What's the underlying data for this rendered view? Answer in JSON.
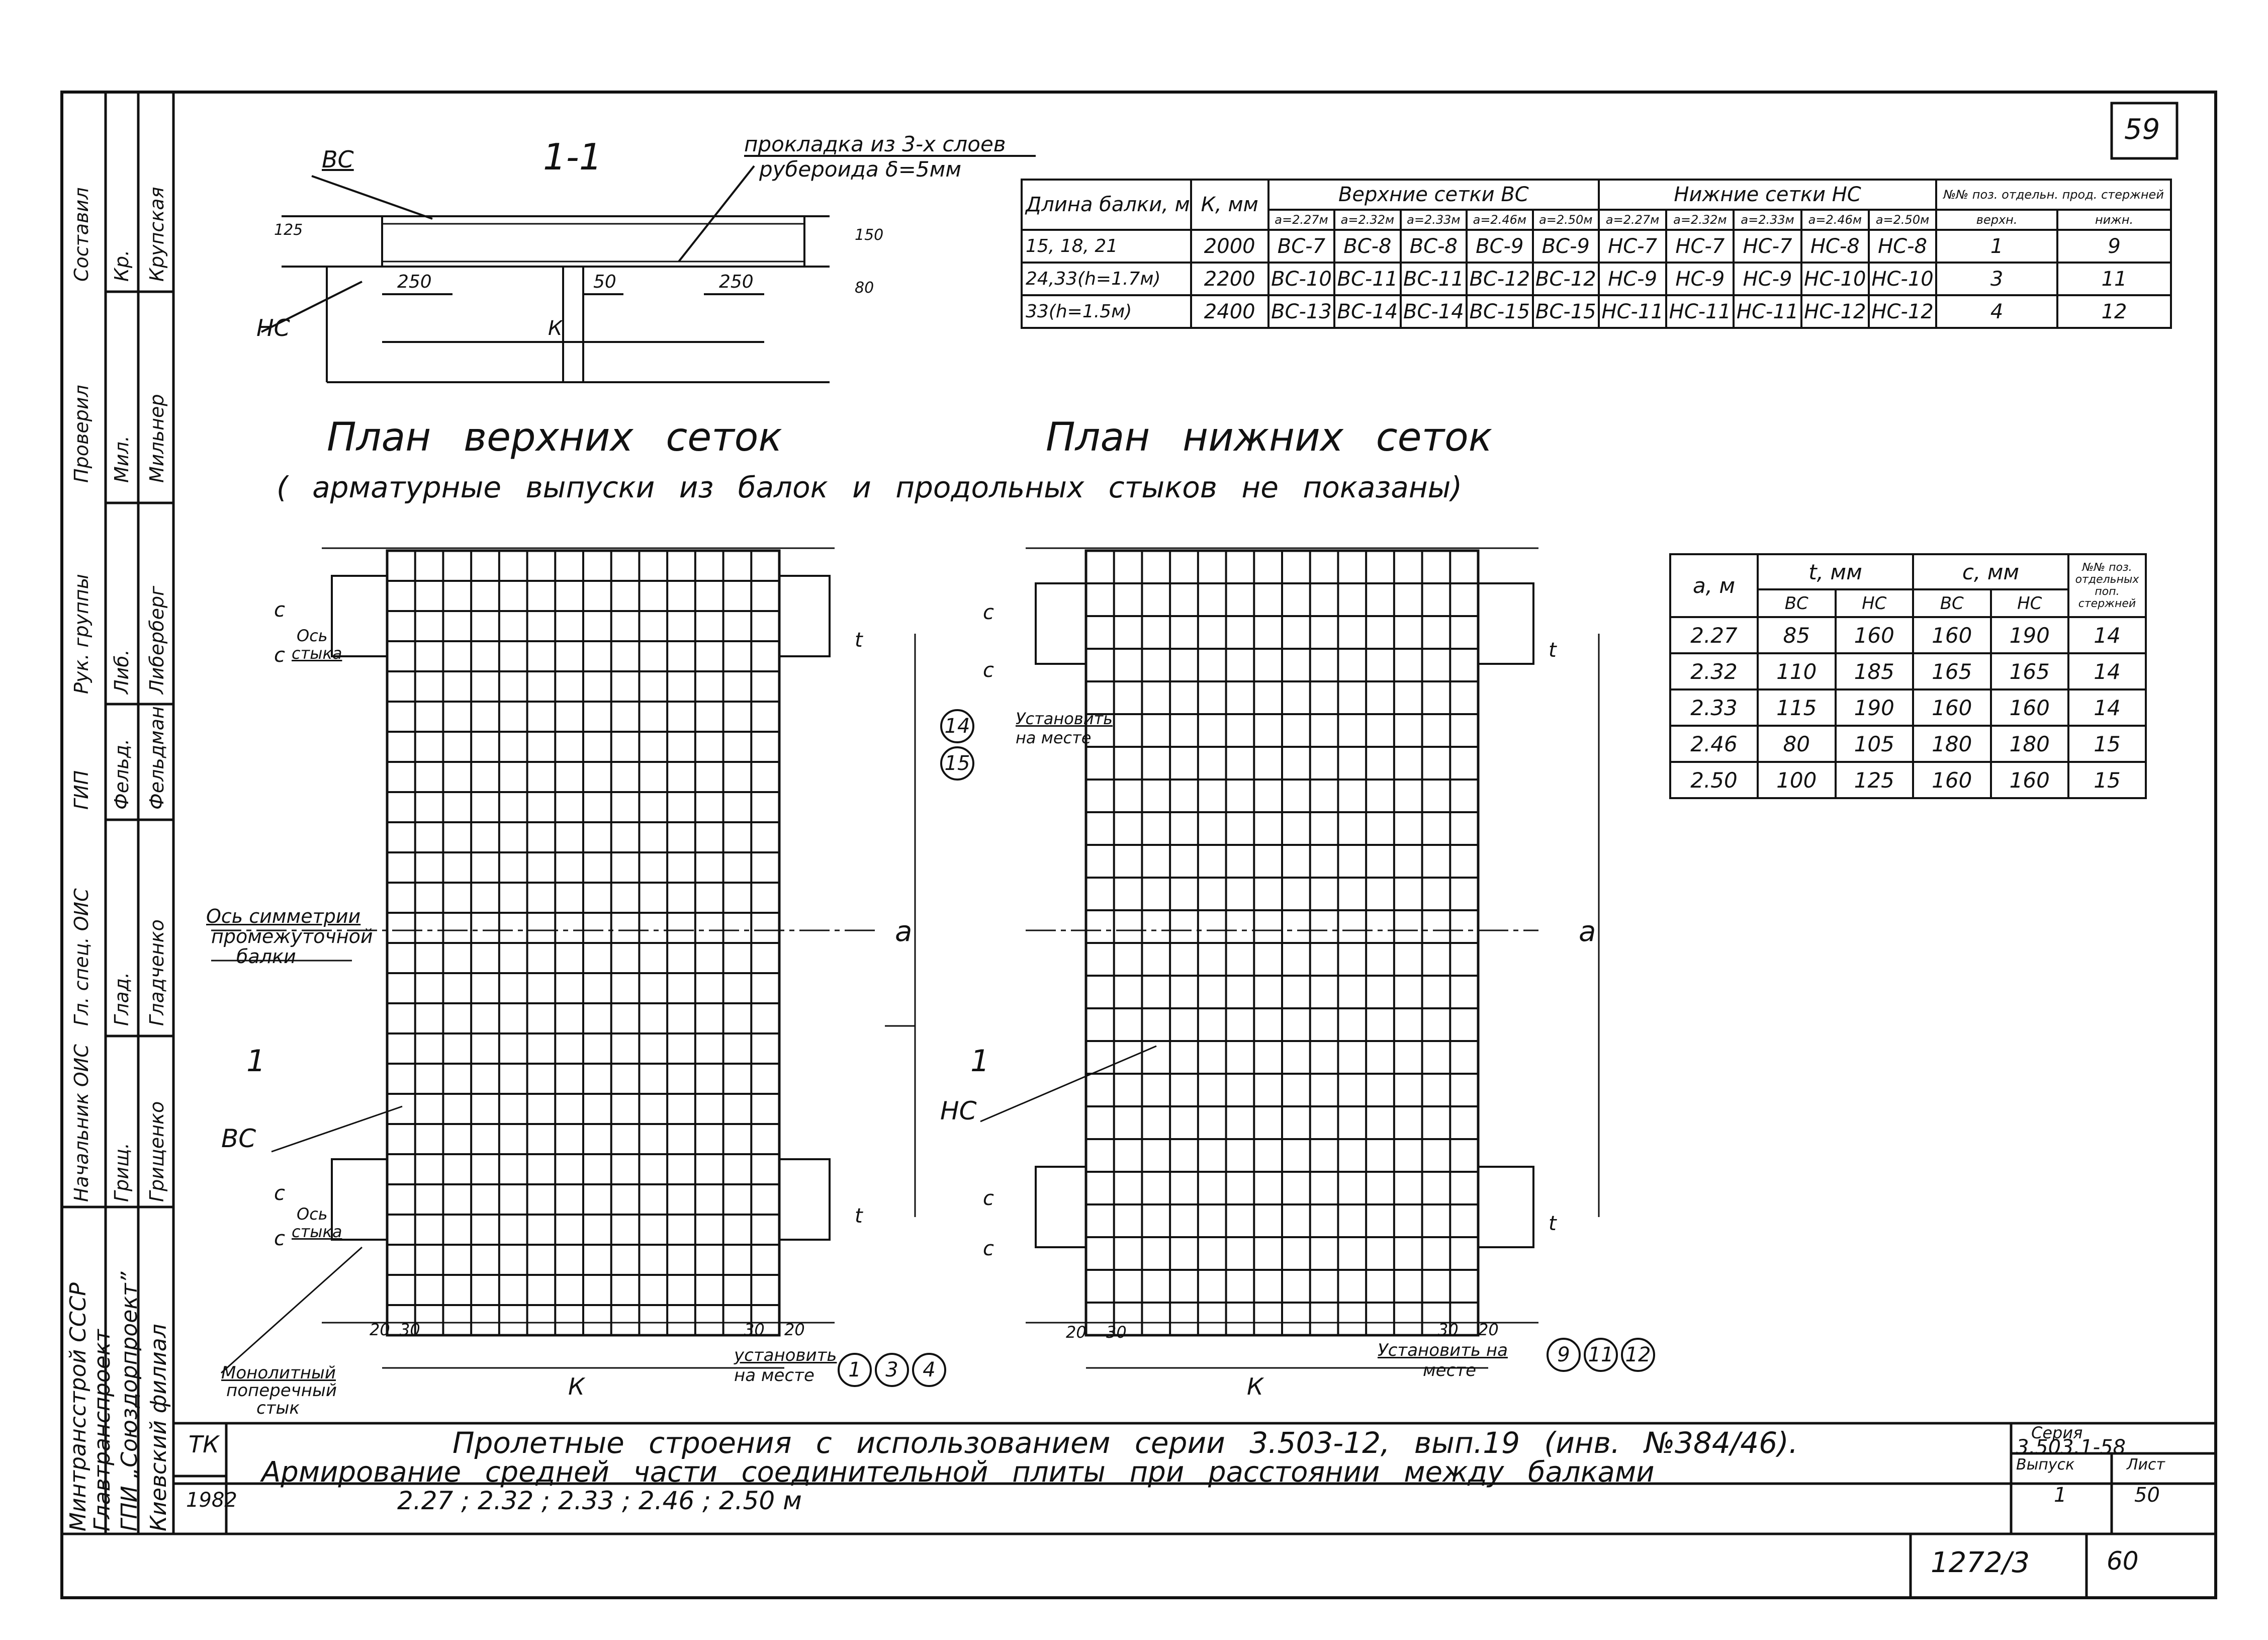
{
  "sheet_number": "59",
  "section": {
    "title": "1-1",
    "label_top": "ВС",
    "label_bottom": "НС",
    "gasket_note_1": "прокладка из 3-х слоев",
    "gasket_note_2": "рубероида δ=5мм",
    "dims": [
      "250",
      "50",
      "250",
      "К",
      "125",
      "150",
      "80"
    ]
  },
  "table1": {
    "headers": {
      "length": "Длина балки, м",
      "k": "К, мм",
      "upper": "Верхние сетки ВС",
      "lower": "Нижние сетки НС",
      "pos": "№№ поз. отдельн. прод. стержней",
      "pos_upper": "верхн.",
      "pos_lower": "нижн."
    },
    "a_values": [
      "а=2.27м",
      "а=2.32м",
      "а=2.33м",
      "а=2.46м",
      "а=2.50м"
    ],
    "rows": [
      {
        "len": "15, 18, 21",
        "k": "2000",
        "vs": [
          "ВС-7",
          "ВС-8",
          "ВС-8",
          "ВС-9",
          "ВС-9"
        ],
        "ns": [
          "НС-7",
          "НС-7",
          "НС-7",
          "НС-8",
          "НС-8"
        ],
        "up": "1",
        "lo": "9"
      },
      {
        "len": "24,33(h=1.7м)",
        "k": "2200",
        "vs": [
          "ВС-10",
          "ВС-11",
          "ВС-11",
          "ВС-12",
          "ВС-12"
        ],
        "ns": [
          "НС-9",
          "НС-9",
          "НС-9",
          "НС-10",
          "НС-10"
        ],
        "up": "3",
        "lo": "11"
      },
      {
        "len": "33(h=1.5м)",
        "k": "2400",
        "vs": [
          "ВС-13",
          "ВС-14",
          "ВС-14",
          "ВС-15",
          "ВС-15"
        ],
        "ns": [
          "НС-11",
          "НС-11",
          "НС-11",
          "НС-12",
          "НС-12"
        ],
        "up": "4",
        "lo": "12"
      }
    ]
  },
  "plan_titles": {
    "upper": "План верхних сеток",
    "lower": "План нижних сеток",
    "note": "( арматурные выпуски из балок и продольных стыков не показаны)"
  },
  "table2": {
    "headers": {
      "a": "а, м",
      "t": "t, мм",
      "c": "c, мм",
      "pos": "№№ поз. отдельных поп. стержней",
      "vs": "ВС",
      "ns": "НС"
    },
    "rows": [
      [
        "2.27",
        "85",
        "160",
        "160",
        "190",
        "14"
      ],
      [
        "2.32",
        "110",
        "185",
        "165",
        "165",
        "14"
      ],
      [
        "2.33",
        "115",
        "190",
        "160",
        "160",
        "14"
      ],
      [
        "2.46",
        "80",
        "105",
        "180",
        "180",
        "15"
      ],
      [
        "2.50",
        "100",
        "125",
        "160",
        "160",
        "15"
      ]
    ]
  },
  "plan_labels": {
    "axis_symmetry": [
      "Ось симметрии",
      "промежуточной",
      "балки"
    ],
    "axis_joint": [
      "Ось",
      "стыка"
    ],
    "vs": "ВС",
    "ns": "НС",
    "a": "а",
    "c": "с",
    "t": "t",
    "k": "К",
    "section_mark": "1",
    "monolithic_joint": [
      "Монолитный",
      "поперечный",
      "стык"
    ],
    "install_left": [
      "установить",
      "на месте"
    ],
    "install_left_nums": [
      "1",
      "3",
      "4"
    ],
    "install_right": [
      "Установить на",
      "месте"
    ],
    "install_right_nums": [
      "9",
      "11",
      "12"
    ],
    "install_mid": [
      "Установить",
      "на месте"
    ],
    "install_mid_nums": [
      "14",
      "15"
    ],
    "dims_left": [
      "20",
      "30",
      "30",
      "20"
    ],
    "dims_right": [
      "20",
      "30",
      "30",
      "20"
    ]
  },
  "title_block": {
    "code": "ТК",
    "year": "1982",
    "title_line1": "Пролетные строения с использованием серии 3.503-12, вып.19 (инв. №384/46).",
    "title_line2": "Армирование средней части соединительной плиты при расстоянии между балками",
    "title_line3": "2.27 ; 2.32 ; 2.33 ; 2.46 ; 2.50 м",
    "series_label": "Серия",
    "series": "3.503.1-58",
    "issue_label": "Выпуск",
    "issue": "1",
    "sheet_label": "Лист",
    "sheet": "50",
    "archive": "1272/3",
    "archive_sheet": "60"
  },
  "org": {
    "line1": "Минтрансстрой СССР",
    "line2": "Главтранспроект",
    "line3": "ГПИ „Союздорпроект”",
    "line4": "Киевский филиал"
  },
  "signatures": [
    {
      "role": "Составил",
      "name": "Крупская",
      "sig": "Кр."
    },
    {
      "role": "Проверил",
      "name": "Мильнер",
      "sig": "Мил."
    },
    {
      "role": "Рук. группы",
      "name": "Либерберг",
      "sig": "Либ."
    },
    {
      "role": "ГИП",
      "name": "Фельдман",
      "sig": "Фельд."
    },
    {
      "role": "Гл. спец. ОИС",
      "name": "Гладченко",
      "sig": "Глад."
    },
    {
      "role": "Начальник ОИС",
      "name": "Грищенко",
      "sig": "Грищ."
    }
  ]
}
